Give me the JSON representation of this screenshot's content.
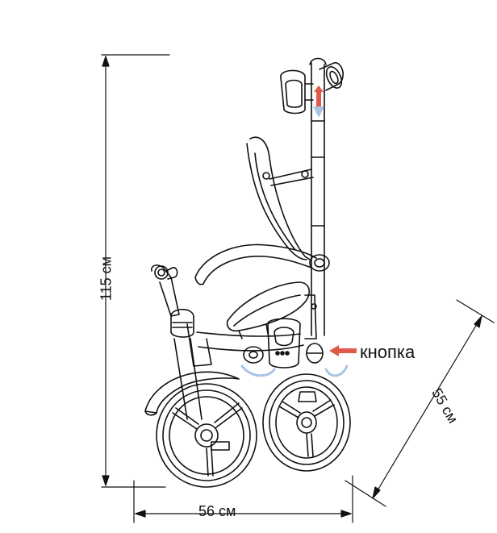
{
  "labels": {
    "width": "56 см",
    "height": "115 см",
    "depth": "55 см",
    "button": "кнопка"
  },
  "colors": {
    "line": "#111111",
    "arrow_red": "#e05a4a",
    "arrow_blue": "#a9c4e6"
  }
}
